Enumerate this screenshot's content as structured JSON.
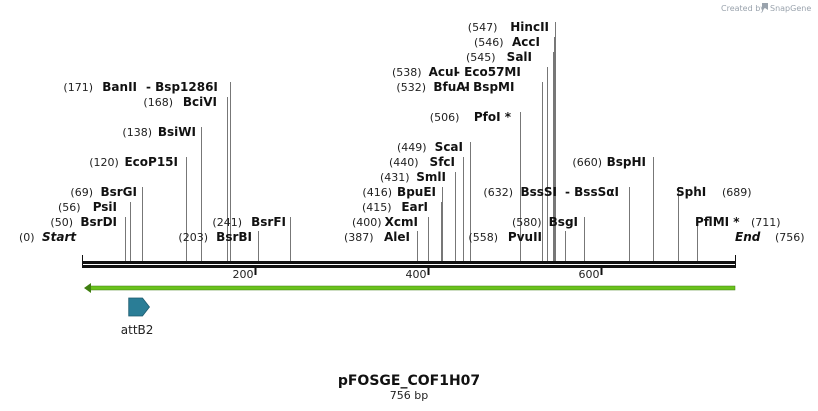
{
  "credit": {
    "text": "Created by",
    "brand": "SnapGene"
  },
  "map": {
    "name": "pFOSGE_COF1H07",
    "length_label": "756 bp",
    "length": 756,
    "start_label": "Start",
    "end_label": "End",
    "start_pos": "(0)",
    "end_pos": "(756)",
    "ruler_ticks": [
      200,
      400,
      600
    ],
    "colors": {
      "backbone": "#111111",
      "orf": "#6ac21c",
      "feature": "#2a7d96"
    }
  },
  "sites": [
    {
      "pos": 50,
      "pos_label": "(50)",
      "name": "BsrDI",
      "row": 0,
      "side": "L"
    },
    {
      "pos": 56,
      "pos_label": "(56)",
      "name": "PsiI",
      "row": 1,
      "side": "L"
    },
    {
      "pos": 69,
      "pos_label": "(69)",
      "name": "BsrGI",
      "row": 2,
      "side": "L"
    },
    {
      "pos": 120,
      "pos_label": "(120)",
      "name": "EcoP15I",
      "row": 4,
      "side": "L"
    },
    {
      "pos": 138,
      "pos_label": "(138)",
      "name": "BsiWI",
      "row": 6,
      "side": "L"
    },
    {
      "pos": 168,
      "pos_label": "(168)",
      "name": "BciVI",
      "row": 8,
      "side": "L"
    },
    {
      "pos": 171,
      "pos_label": "(171)",
      "name": "BanII",
      "name2": "Bsp1286I",
      "row": 9,
      "side": "L"
    },
    {
      "pos": 203,
      "pos_label": "(203)",
      "name": "BsrBI",
      "row": -1,
      "side": "L"
    },
    {
      "pos": 241,
      "pos_label": "(241)",
      "name": "BsrFI",
      "row": 0,
      "side": "L"
    },
    {
      "pos": 387,
      "pos_label": "(387)",
      "name": "AleI",
      "row": -1,
      "side": "L"
    },
    {
      "pos": 400,
      "pos_label": "(400)",
      "name": "XcmI",
      "row": 0,
      "side": "L"
    },
    {
      "pos": 415,
      "pos_label": "(415)",
      "name": "EarI",
      "row": 1,
      "side": "L"
    },
    {
      "pos": 416,
      "pos_label": "(416)",
      "name": "BpuEI",
      "row": 2,
      "side": "L"
    },
    {
      "pos": 431,
      "pos_label": "(431)",
      "name": "SmlI",
      "row": 3,
      "side": "L"
    },
    {
      "pos": 440,
      "pos_label": "(440)",
      "name": "SfcI",
      "row": 4,
      "side": "L"
    },
    {
      "pos": 449,
      "pos_label": "(449)",
      "name": "ScaI",
      "row": 5,
      "side": "L"
    },
    {
      "pos": 506,
      "pos_label": "(506)",
      "name": "PfoI *",
      "row": 7,
      "side": "L"
    },
    {
      "pos": 532,
      "pos_label": "(532)",
      "name": "BfuAI",
      "name2": "BspMI",
      "row": 9,
      "side": "L"
    },
    {
      "pos": 538,
      "pos_label": "(538)",
      "name": "AcuI",
      "name2": "Eco57MI",
      "row": 10,
      "side": "L"
    },
    {
      "pos": 545,
      "pos_label": "(545)",
      "name": "SalI",
      "row": 11,
      "side": "L"
    },
    {
      "pos": 546,
      "pos_label": "(546)",
      "name": "AccI",
      "row": 12,
      "side": "L"
    },
    {
      "pos": 547,
      "pos_label": "(547)",
      "name": "HincII",
      "row": 13,
      "side": "L"
    },
    {
      "pos": 558,
      "pos_label": "(558)",
      "name": "PvuII",
      "row": -1,
      "side": "L"
    },
    {
      "pos": 580,
      "pos_label": "(580)",
      "name": "BsgI",
      "row": 0,
      "side": "L"
    },
    {
      "pos": 632,
      "pos_label": "(632)",
      "name": "BssSI",
      "name2": "BssSαI",
      "row": 2,
      "side": "L"
    },
    {
      "pos": 660,
      "pos_label": "(660)",
      "name": "BspHI",
      "row": 4,
      "side": "L"
    },
    {
      "pos": 689,
      "pos_label": "(689)",
      "name": "SphI",
      "row": 2,
      "side": "R"
    },
    {
      "pos": 711,
      "pos_label": "(711)",
      "name": "PflMI *",
      "row": 0,
      "side": "R"
    }
  ],
  "features": [
    {
      "name": "attB2",
      "start": 54,
      "end": 78
    }
  ]
}
